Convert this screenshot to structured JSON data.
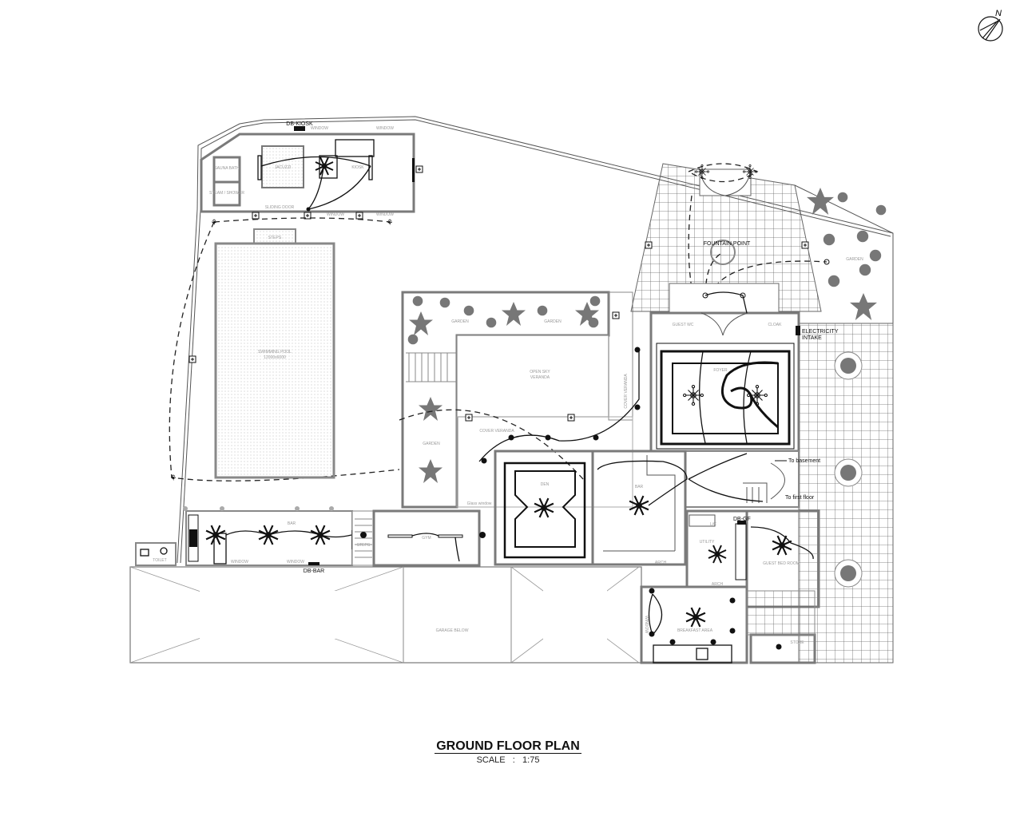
{
  "title": "GROUND FLOOR PLAN",
  "scale": "SCALE   :   1:75",
  "north": "N",
  "kiosk": {
    "db": "DB-KIOSK",
    "sauna": "SAUNA BATH",
    "steam": "STEAM / SHOWER",
    "jacuzzi": "JACUZZI",
    "kiosk": "KIOSK",
    "sliding_door": "SLIDING DOOR",
    "window": "WINDOW"
  },
  "pool": {
    "steps": "STEPS",
    "name": "SWIMMING POOL",
    "size": "12000x6000"
  },
  "garden": "GARDEN",
  "veranda": {
    "open_sky_1": "OPEN SKY",
    "open_sky_2": "VERANDA",
    "cover": "COVER VERANDA"
  },
  "courtyard": {
    "fountain": "FOUNTAIN POINT"
  },
  "entry": {
    "guest_wc": "GUEST WC",
    "cloak": "CLOAK",
    "electricity_1": "ELECTRICITY",
    "electricity_2": "INTAKE",
    "foyer": "FOYER",
    "to_basement": "To basement",
    "to_first_floor": "To first floor"
  },
  "rooms": {
    "den": "DEN",
    "bar": "BAR",
    "utility": "UTILITY",
    "lc": "L/C",
    "db_gf": "DB-GF",
    "guest_bed": "GUEST BED ROOM",
    "arch": "ARCH",
    "breakfast": "BREAKFAST AREA",
    "store": "STORE",
    "garage": "GARAGE BELOW",
    "gym": "GYM",
    "db_bar": "DB-BAR",
    "toilet": "TOILET",
    "steps": "STEPS",
    "glass_window": "Glass window",
    "window": "WINDOW"
  }
}
